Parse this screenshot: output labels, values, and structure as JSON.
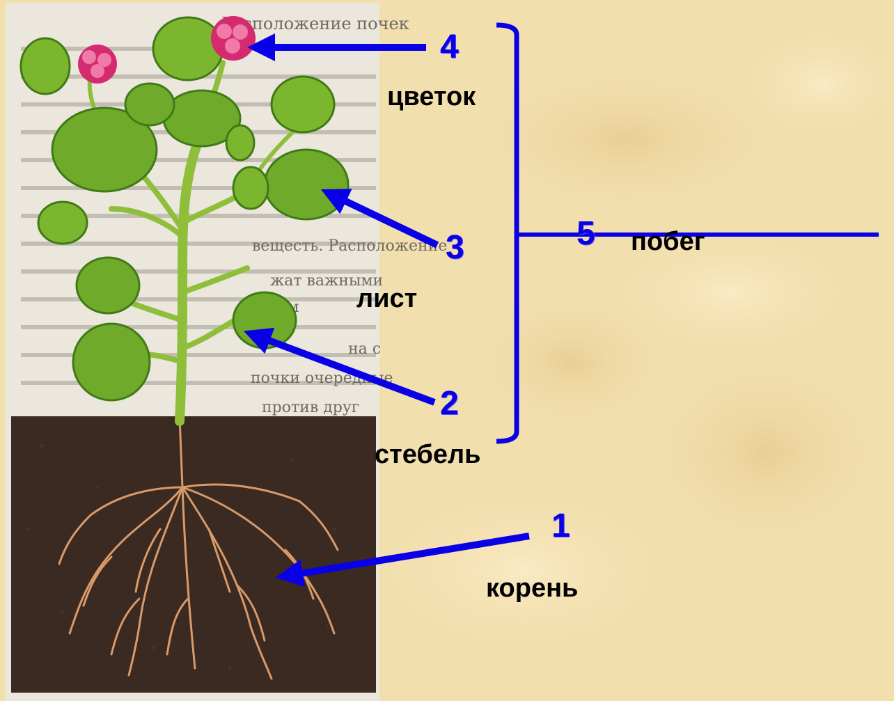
{
  "colors": {
    "background": "#f2dfae",
    "arrow": "#0a00e6",
    "soil": "#3a2a22",
    "root": "#d99a6a",
    "leaf": "#6faa2a",
    "leaf_dark": "#3f7a16",
    "stem": "#8fbf3a",
    "flower": "#d42a70",
    "text": "#000000"
  },
  "labels": {
    "flower": {
      "number": "4",
      "name": "цветок"
    },
    "leaf": {
      "number": "3",
      "name": "лист"
    },
    "stem": {
      "number": "2",
      "name": "стебель"
    },
    "root": {
      "number": "1",
      "name": "корень"
    },
    "shoot": {
      "number": "5",
      "name": "побег"
    }
  },
  "textbook_fragments": [
    "Расположение почек",
    "вещесть. Расположение",
    "на с",
    "почки очередные",
    "против друг",
    "жат важными",
    "стном"
  ],
  "icons": [
    "plant-illustration",
    "flower-icon",
    "leaf-icon",
    "root-icon",
    "arrow-icon",
    "bracket-icon"
  ]
}
